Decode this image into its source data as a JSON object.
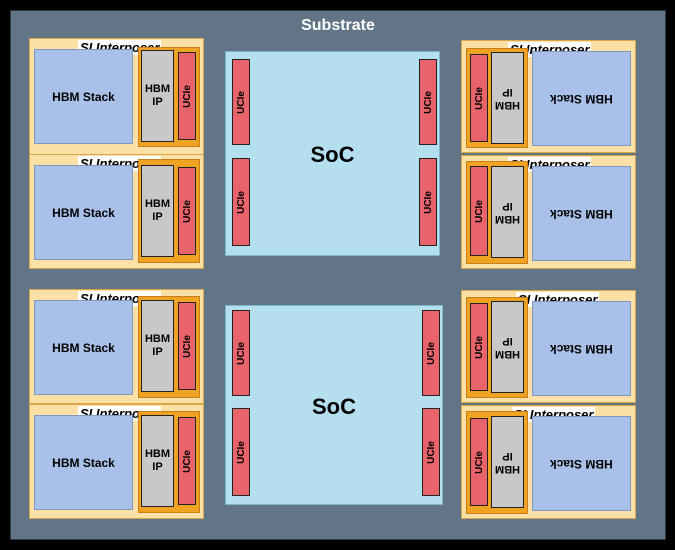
{
  "substrate": {
    "title": "Substrate"
  },
  "labels": {
    "interposer": "SI Interposer",
    "hbm_stack": "HBM Stack",
    "hbm": "HBM",
    "ip": "IP",
    "ucie": "UCIe",
    "soc": "SoC"
  },
  "colors": {
    "substrate": "#617587",
    "interposer": "#fde0a6",
    "band": "#f0a223",
    "hbm_stack": "#a9c1e8",
    "hbm_ip": "#c8c8c8",
    "ucie": "#e8646a",
    "soc": "#b4dfef"
  }
}
